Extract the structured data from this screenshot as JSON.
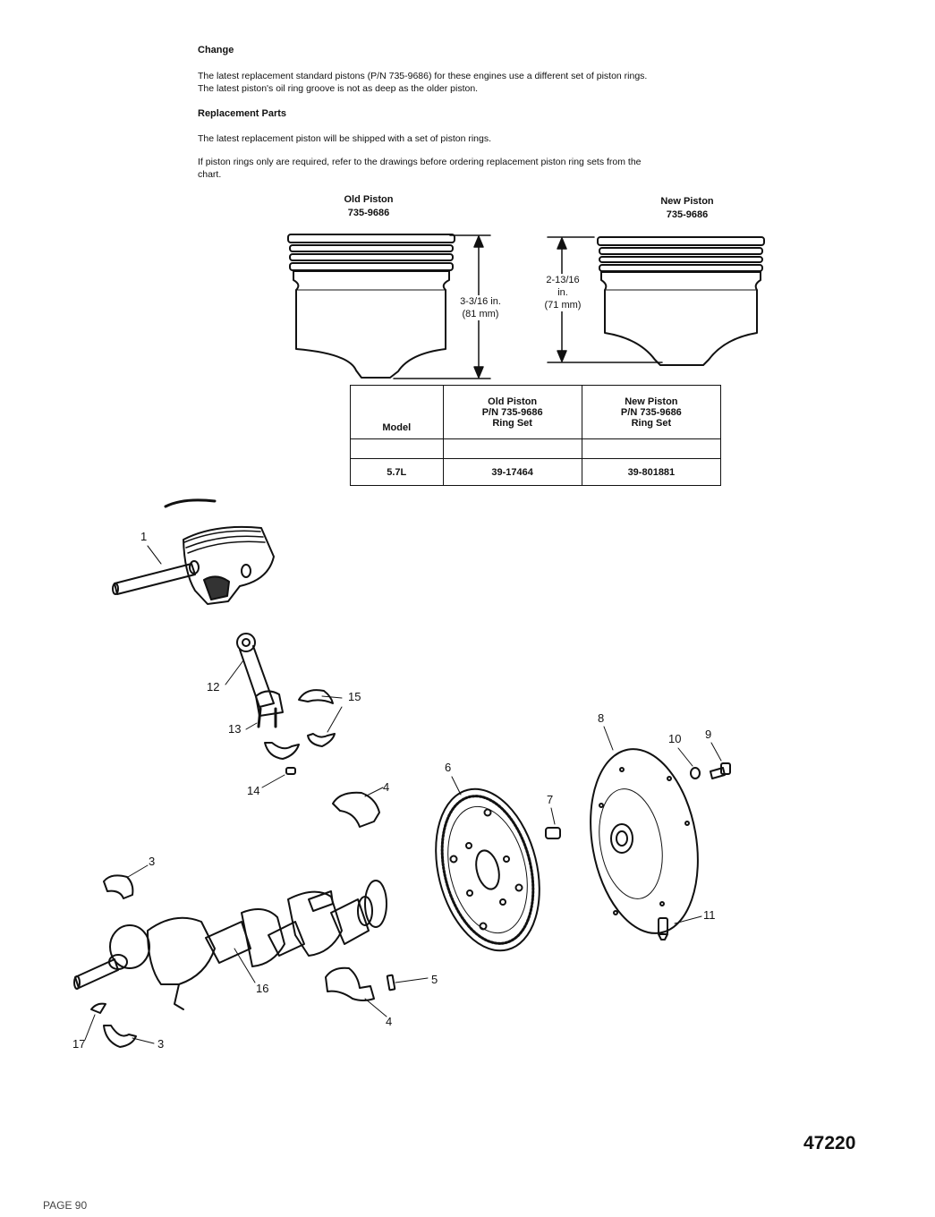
{
  "change": {
    "heading": "Change",
    "line1": "The latest replacement standard pistons (P/N 735-9686) for these engines use a different set of piston rings.",
    "line2": "The latest piston's oil ring groove is not as deep as the older piston."
  },
  "replacement": {
    "heading": "Replacement Parts",
    "para1": "The latest replacement piston will be shipped with a set of piston rings.",
    "para2_line1": "If piston rings only are required, refer to the drawings before ordering replacement piston ring sets from the",
    "para2_line2": "chart."
  },
  "pistons": {
    "old": {
      "title": "Old Piston",
      "part": "735-9686",
      "dim1": "3-3/16 in.",
      "dim2": "(81 mm)"
    },
    "new": {
      "title": "New Piston",
      "part": "735-9686",
      "dim1": "2-13/16",
      "dim2": "in.",
      "dim3": "(71 mm)"
    }
  },
  "ring_table": {
    "headers": {
      "model": "Model",
      "old": [
        "Old Piston",
        "P/N 735-9686",
        "Ring Set"
      ],
      "new": [
        "New Piston",
        "P/N 735-9686",
        "Ring Set"
      ]
    },
    "rows": [
      {
        "model": "5.7L",
        "old": "39-17464",
        "new": "39-801881"
      }
    ]
  },
  "callouts": {
    "c1": "1",
    "c3a": "3",
    "c3b": "3",
    "c4a": "4",
    "c4b": "4",
    "c5": "5",
    "c6": "6",
    "c7": "7",
    "c8": "8",
    "c9": "9",
    "c10": "10",
    "c11": "11",
    "c12": "12",
    "c13": "13",
    "c14": "14",
    "c15": "15",
    "c16": "16",
    "c17": "17"
  },
  "figure_id": "47220",
  "page_label": "PAGE 90"
}
